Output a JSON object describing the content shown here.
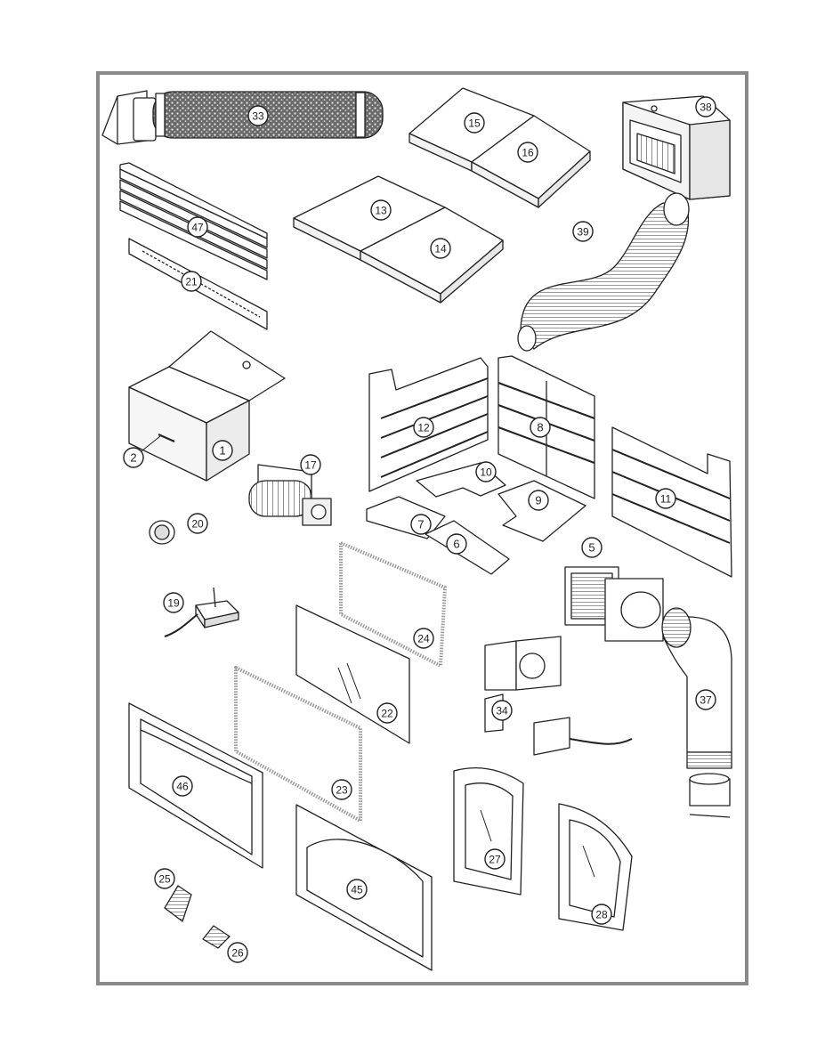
{
  "diagram": {
    "type": "exploded parts diagram",
    "frame_color": "#8a8a8a",
    "ink_color": "#222222",
    "parts": [
      {
        "id": "part-33",
        "callout": "33",
        "depicts": "corrugated vent pipe with termination cap"
      },
      {
        "id": "part-15",
        "callout": "15",
        "depicts": "ceramic refractory panel"
      },
      {
        "id": "part-16",
        "callout": "16",
        "depicts": "ceramic refractory panel"
      },
      {
        "id": "part-38",
        "callout": "38",
        "depicts": "sheet metal housing"
      },
      {
        "id": "part-47",
        "callout": "47",
        "depicts": "louvre strips"
      },
      {
        "id": "part-13",
        "callout": "13",
        "depicts": "ceramic refractory panel"
      },
      {
        "id": "part-14",
        "callout": "14",
        "depicts": "ceramic refractory panel"
      },
      {
        "id": "part-39",
        "callout": "39",
        "depicts": "flexible duct hose"
      },
      {
        "id": "part-21",
        "callout": "21",
        "depicts": "angled strip"
      },
      {
        "id": "part-1",
        "callout": "1",
        "depicts": "open box"
      },
      {
        "id": "part-2",
        "callout": "2",
        "depicts": "handle"
      },
      {
        "id": "part-12",
        "callout": "12",
        "depicts": "refractory side panel"
      },
      {
        "id": "part-8",
        "callout": "8",
        "depicts": "refractory back panel"
      },
      {
        "id": "part-11",
        "callout": "11",
        "depicts": "refractory side panel"
      },
      {
        "id": "part-17",
        "callout": "17",
        "depicts": "blower fan"
      },
      {
        "id": "part-10",
        "callout": "10",
        "depicts": "refractory floor piece"
      },
      {
        "id": "part-9",
        "callout": "9",
        "depicts": "refractory floor piece"
      },
      {
        "id": "part-7",
        "callout": "7",
        "depicts": "refractory floor piece"
      },
      {
        "id": "part-6",
        "callout": "6",
        "depicts": "refractory floor piece"
      },
      {
        "id": "part-20",
        "callout": "20",
        "depicts": "round disc sensor"
      },
      {
        "id": "part-5",
        "callout": "5",
        "depicts": "grille with duct adapter"
      },
      {
        "id": "part-19",
        "callout": "19",
        "depicts": "terminal block with wires"
      },
      {
        "id": "part-24",
        "callout": "24",
        "depicts": "gasket"
      },
      {
        "id": "part-22",
        "callout": "22",
        "depicts": "glass panel"
      },
      {
        "id": "part-37",
        "callout": "37",
        "depicts": "elbow duct and fittings"
      },
      {
        "id": "part-34",
        "callout": "34",
        "depicts": "bracket and motor assembly"
      },
      {
        "id": "part-23",
        "callout": "23",
        "depicts": "gasket"
      },
      {
        "id": "part-46",
        "callout": "46",
        "depicts": "decorative door frame"
      },
      {
        "id": "part-27",
        "callout": "27",
        "depicts": "arched glass door"
      },
      {
        "id": "part-28",
        "callout": "28",
        "depicts": "arched glass door"
      },
      {
        "id": "part-45",
        "callout": "45",
        "depicts": "arched door frame"
      },
      {
        "id": "part-25",
        "callout": "25",
        "depicts": "spring coil"
      },
      {
        "id": "part-26",
        "callout": "26",
        "depicts": "spring coil"
      }
    ]
  }
}
